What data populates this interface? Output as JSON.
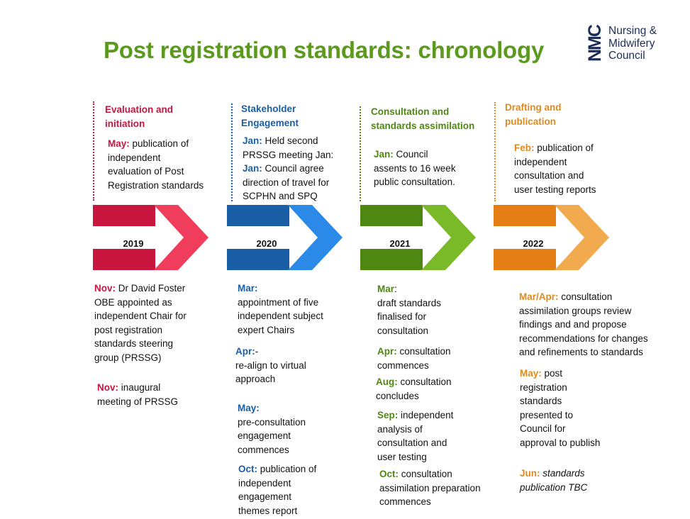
{
  "title": "Post registration standards: chronology",
  "logo": {
    "line1": "Nursing &",
    "line2": "Midwifery",
    "line3": "Council",
    "monogram": "NMC"
  },
  "colors": {
    "title": "#5b9a1e",
    "red": "#c8163f",
    "blue": "#1a5ea6",
    "green": "#4e8712",
    "orange": "#e08a1e",
    "logo": "#1c2d55"
  },
  "columns": [
    {
      "phase_line1": "Evaluation and",
      "phase_line2": "initiation",
      "year": "2019",
      "top_items": [
        {
          "key": "May:",
          "lines": [
            " publication of",
            "independent",
            "evaluation of Post",
            "Registration standards"
          ]
        }
      ],
      "bottom_items": [
        {
          "key": "Nov:",
          "lines": [
            " Dr David Foster",
            "OBE appointed as",
            "independent Chair for",
            "post registration",
            "standards steering",
            "group (PRSSG)"
          ]
        },
        {
          "key": "Nov:",
          "lines": [
            " inaugural",
            "meeting of PRSSG"
          ]
        }
      ]
    },
    {
      "phase_line1": "Stakeholder",
      "phase_line2": "Engagement",
      "year": "2020",
      "top_items": [
        {
          "key": "Jan:",
          "lines": [
            " Held second",
            "PRSSG meeting Jan:"
          ]
        },
        {
          "key": "Jan:",
          "lines": [
            " Council agree",
            "direction of travel for",
            "SCPHN and SPQ"
          ]
        }
      ],
      "bottom_items": [
        {
          "key": "Mar:",
          "lines": [
            "appointment of five",
            "independent subject",
            "expert Chairs"
          ]
        },
        {
          "key": "Apr:",
          "lines": [
            "-",
            "re-align to virtual",
            "approach"
          ]
        },
        {
          "key": "May:",
          "lines": [
            "pre-consultation",
            "engagement",
            "commences"
          ]
        },
        {
          "key": "Oct:",
          "lines": [
            " publication of",
            "independent",
            "engagement",
            "themes report"
          ]
        }
      ]
    },
    {
      "phase_line1": "Consultation and",
      "phase_line2": "standards assimilation",
      "year": "2021",
      "top_items": [
        {
          "key": "Jan:",
          "lines": [
            " Council",
            "assents to 16 week",
            "public consultation."
          ]
        }
      ],
      "bottom_items": [
        {
          "key": "Mar",
          "lines": [
            ":",
            "draft standards",
            "finalised for",
            "consultation"
          ]
        },
        {
          "key": "Apr:",
          "lines": [
            " consultation",
            "commences"
          ]
        },
        {
          "key": "Aug:",
          "lines": [
            " consultation",
            "concludes"
          ]
        },
        {
          "key": "Sep:",
          "lines": [
            " independent",
            "analysis of",
            "consultation and",
            "user testing"
          ]
        },
        {
          "key": "Oct:",
          "lines": [
            " consultation",
            "assimilation preparation",
            "commences"
          ]
        }
      ]
    },
    {
      "phase_line1": "Drafting and",
      "phase_line2": "publication",
      "year": "2022",
      "top_items": [
        {
          "key": "Feb:",
          "lines": [
            " publication of",
            "independent",
            "consultation and",
            "user testing reports"
          ]
        }
      ],
      "bottom_items": [
        {
          "key": "Mar/Apr:",
          "lines": [
            " consultation",
            "assimilation groups review",
            "findings and and propose",
            "recommendations for changes",
            "and refinements to standards"
          ]
        },
        {
          "key": "May:",
          "lines": [
            " post",
            "registration",
            "standards",
            "presented to",
            "Council for",
            "approval to publish"
          ]
        },
        {
          "key": "Jun:",
          "lines": [
            " standards",
            "publication TBC"
          ]
        }
      ]
    }
  ]
}
